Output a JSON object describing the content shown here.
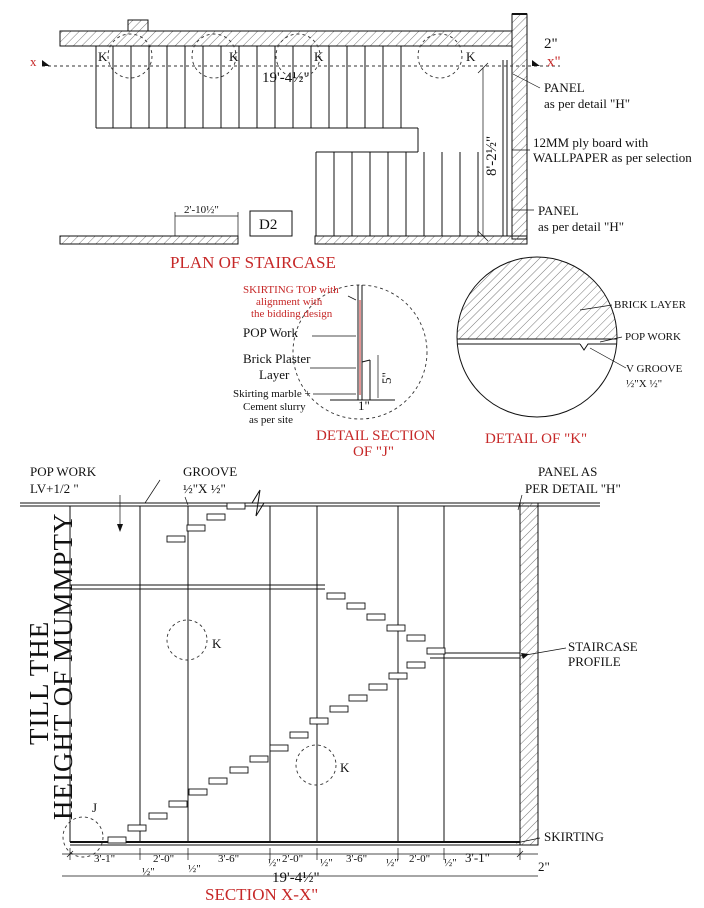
{
  "plan": {
    "title": "PLAN OF STAIRCASE",
    "section_mark_left": "x",
    "section_mark_right": "x\"",
    "top_dim": "2\"",
    "length_dim": "19'-4½\"",
    "width_dim": "8'-2½\"",
    "panel_label_top": "PANEL",
    "panel_detail_top": "as per detail \"H\"",
    "ply_label": "12MM  ply board with",
    "ply_label_2": "WALLPAPER as per selection",
    "panel_label_bottom": "PANEL",
    "panel_detail_bottom": "as per detail \"H\"",
    "door_dim": "2'-10½\"",
    "door_tag": "D2",
    "k_marks": [
      "K",
      "K",
      "K",
      "K"
    ]
  },
  "detail_j": {
    "title_line1": "DETAIL SECTION",
    "title_line2": "OF \"J\"",
    "skirting_top": "SKIRTING TOP with",
    "skirting_top_2": "alignment with",
    "skirting_top_3": "the bidding design",
    "pop_work": "POP Work",
    "brick_plaster": "Brick Plaster",
    "brick_plaster_2": "Layer",
    "skirting_marble": "Skirting marble +",
    "skirting_marble_2": "Cement slurry",
    "skirting_marble_3": "as per  site",
    "dim_height": "5\"",
    "dim_width": "1\""
  },
  "detail_k": {
    "title": "DETAIL OF \"K\"",
    "brick_layer": "BRICK LAYER",
    "pop_work": "POP WORK",
    "v_groove": "V GROOVE",
    "v_groove_size": "½\"X ½\""
  },
  "section": {
    "title": "SECTION X-X\"",
    "pop_work": "POP WORK",
    "pop_level": "LV+1/2 \"",
    "groove": "GROOVE",
    "groove_size": "½\"X ½\"",
    "panel_as": "PANEL AS",
    "panel_detail": "PER DETAIL \"H\"",
    "vertical_note_1": "TILL  THE",
    "vertical_note_2": "HEIGHT OF MUMMPTY",
    "staircase_profile": "STAIRCASE",
    "staircase_profile_2": "PROFILE",
    "skirting": "SKIRTING",
    "k_marks": [
      "K",
      "K"
    ],
    "j_mark": "J",
    "bottom_right_dim": "2\"",
    "bay_dims": [
      "3'-1\"",
      "2'-0\"",
      "3'-6\"",
      "2'-0\"",
      "3'-6\"",
      "2'-0\"",
      "3'-1\""
    ],
    "gap_dims": [
      "½\"",
      "½\"",
      "½\"",
      "½\"",
      "½\"",
      "½\""
    ],
    "total_dim": "19'-4½\""
  }
}
